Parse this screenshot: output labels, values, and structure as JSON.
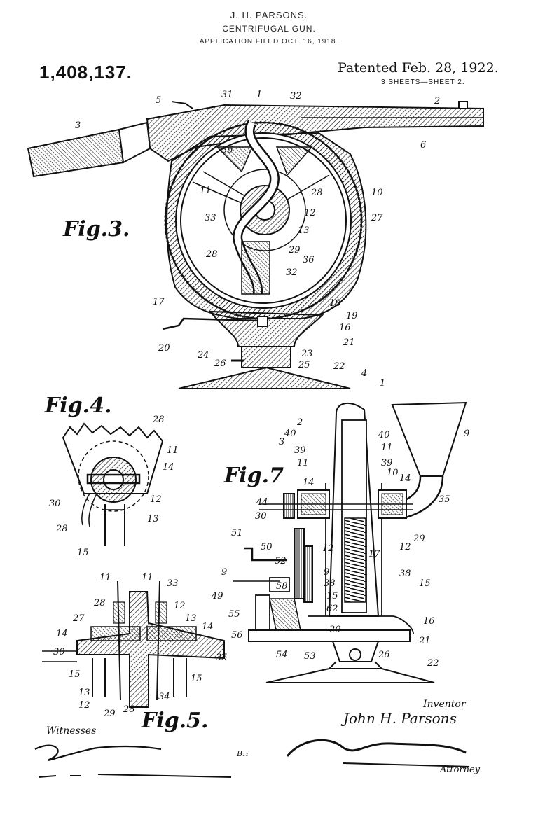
{
  "header": {
    "inventor_line": "J. H. PARSONS.",
    "title": "CENTRIFUGAL GUN.",
    "filed": "APPLICATION FILED OCT. 16, 1918."
  },
  "patent_number": "1,408,137.",
  "patented": "Patented Feb. 28, 1922.",
  "sheets": "3 SHEETS—SHEET 2.",
  "figures": {
    "fig3": "Fig.3.",
    "fig4": "Fig.4.",
    "fig5": "Fig.5.",
    "fig7": "Fig.7"
  },
  "fig3_refs": [
    "3",
    "31",
    "1",
    "32",
    "2",
    "6",
    "36",
    "11",
    "28",
    "10",
    "33",
    "12",
    "27",
    "13",
    "28",
    "29",
    "36",
    "32",
    "17",
    "18",
    "19",
    "20",
    "16",
    "21",
    "24",
    "23",
    "26",
    "25",
    "22",
    "5"
  ],
  "fig4_refs": [
    "28",
    "11",
    "14",
    "30",
    "12",
    "28",
    "13",
    "15"
  ],
  "fig5_refs": [
    "11",
    "11",
    "33",
    "28",
    "12",
    "27",
    "13",
    "14",
    "14",
    "30",
    "35",
    "15",
    "15",
    "13",
    "34",
    "12",
    "29",
    "28"
  ],
  "fig7_refs": [
    "4",
    "1",
    "2",
    "40",
    "40",
    "9",
    "3",
    "11",
    "39",
    "11",
    "39",
    "10",
    "14",
    "35",
    "14",
    "44",
    "30",
    "12",
    "29",
    "51",
    "50",
    "52",
    "58",
    "12",
    "17",
    "9",
    "9",
    "38",
    "38",
    "15",
    "49",
    "15",
    "55",
    "62",
    "16",
    "56",
    "20",
    "21",
    "54",
    "53",
    "26",
    "22"
  ],
  "signatures": {
    "witnesses_label": "Witnesses",
    "inventor_label": "Inventor",
    "inventor_name": "John H. Parsons",
    "attorney_label": "Attorney",
    "mark": "B₁₁"
  }
}
